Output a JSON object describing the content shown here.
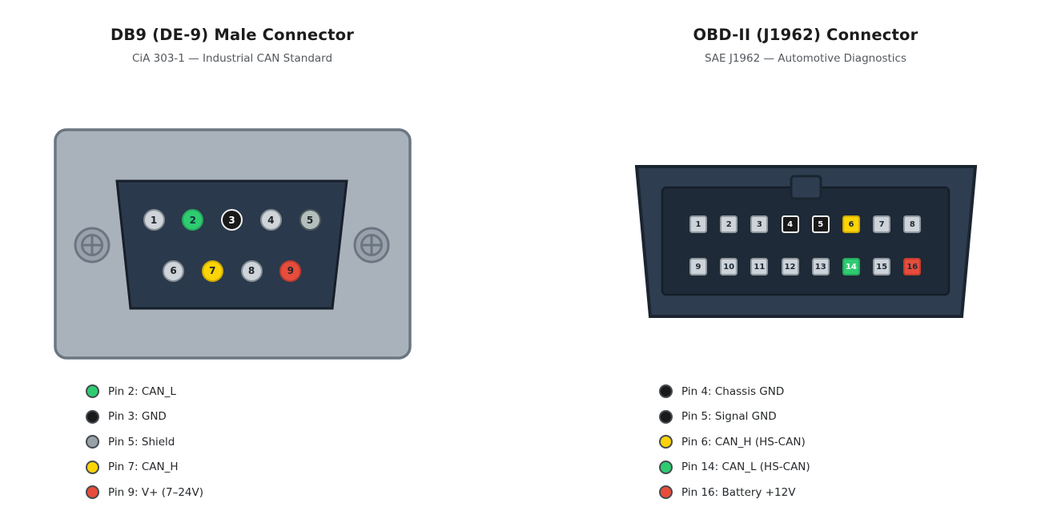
{
  "palette": {
    "can_l_green": "#2ecc71",
    "gnd_black": "#191919",
    "shield_gray": "#97a2a8",
    "can_h_yellow": "#fdd405",
    "power_red": "#e74c3c",
    "pin_gray": "#ced4da",
    "connector_navy": "#2e3d50",
    "socket_dark": "#1e2a37",
    "db9_body_gray": "#a9b2bb"
  },
  "db9": {
    "title": "DB9 (DE-9) Male Connector",
    "subtitle": "CiA 303-1 — Industrial CAN Standard",
    "pins_top": [
      {
        "num": "1",
        "color": "gray"
      },
      {
        "num": "2",
        "color": "green"
      },
      {
        "num": "3",
        "color": "black"
      },
      {
        "num": "4",
        "color": "gray"
      },
      {
        "num": "5",
        "color": "shield"
      }
    ],
    "pins_bottom": [
      {
        "num": "6",
        "color": "gray"
      },
      {
        "num": "7",
        "color": "yellow"
      },
      {
        "num": "8",
        "color": "gray"
      },
      {
        "num": "9",
        "color": "red"
      }
    ],
    "legend": [
      {
        "color": "green",
        "label": "Pin 2: CAN_L"
      },
      {
        "color": "black",
        "label": "Pin 3: GND"
      },
      {
        "color": "gray",
        "label": "Pin 5: Shield"
      },
      {
        "color": "yellow",
        "label": "Pin 7: CAN_H"
      },
      {
        "color": "red",
        "label": "Pin 9: V+ (7–24V)"
      }
    ]
  },
  "obd": {
    "title": "OBD-II (J1962) Connector",
    "subtitle": "SAE J1962 — Automotive Diagnostics",
    "pins_top": [
      {
        "num": "1",
        "color": "gray"
      },
      {
        "num": "2",
        "color": "gray"
      },
      {
        "num": "3",
        "color": "gray"
      },
      {
        "num": "4",
        "color": "black"
      },
      {
        "num": "5",
        "color": "black"
      },
      {
        "num": "6",
        "color": "yellow"
      },
      {
        "num": "7",
        "color": "gray"
      },
      {
        "num": "8",
        "color": "gray"
      }
    ],
    "pins_bottom": [
      {
        "num": "9",
        "color": "gray"
      },
      {
        "num": "10",
        "color": "gray"
      },
      {
        "num": "11",
        "color": "gray"
      },
      {
        "num": "12",
        "color": "gray"
      },
      {
        "num": "13",
        "color": "gray"
      },
      {
        "num": "14",
        "color": "green"
      },
      {
        "num": "15",
        "color": "gray"
      },
      {
        "num": "16",
        "color": "red"
      }
    ],
    "legend": [
      {
        "color": "black",
        "label": "Pin 4: Chassis GND"
      },
      {
        "color": "black",
        "label": "Pin 5: Signal GND"
      },
      {
        "color": "yellow",
        "label": "Pin 6: CAN_H (HS-CAN)"
      },
      {
        "color": "green",
        "label": "Pin 14: CAN_L (HS-CAN)"
      },
      {
        "color": "red",
        "label": "Pin 16: Battery +12V"
      }
    ]
  }
}
